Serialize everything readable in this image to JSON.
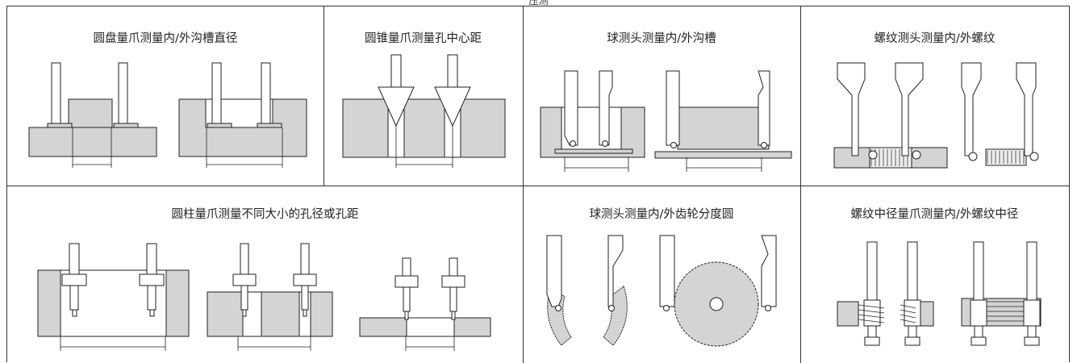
{
  "top_caption": "压测",
  "cells": [
    {
      "title": "圆盘量爪测量内/外沟槽直径"
    },
    {
      "title": "圆锥量爪测量孔中心距"
    },
    {
      "title": "球测头测量内/外沟槽"
    },
    {
      "title": "螺纹测头测量内/外螺纹"
    },
    {
      "title": "圆柱量爪测量不同大小的孔径或孔距"
    },
    {
      "title": "球测头测量内/外齿轮分度圆"
    },
    {
      "title": "螺纹中径量爪测量内/外螺纹中径"
    }
  ],
  "colors": {
    "fill": "#d4d4d4",
    "stroke": "#222222",
    "background": "#ffffff"
  }
}
